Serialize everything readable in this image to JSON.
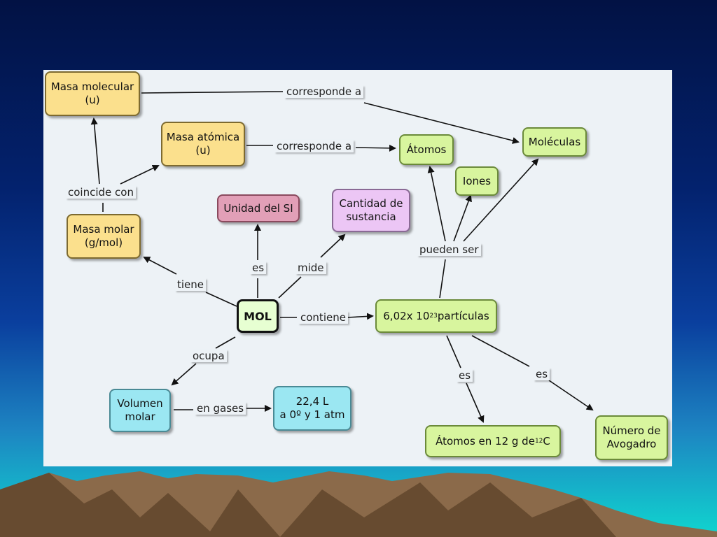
{
  "theme": {
    "panel_bg": "#edf2f6",
    "yellow_node": "#fbe08d",
    "green_node": "#d8f59e",
    "pink_node": "#e29fb7",
    "lilac_node": "#ecc6f5",
    "cyan_node": "#9be7f2",
    "mountain_color": "#8b6a4a"
  },
  "nodes": {
    "masa_molecular": "Masa molecular\n(u)",
    "masa_atomica": "Masa atómica\n(u)",
    "masa_molar": "Masa molar\n(g/mol)",
    "unidad_si": "Unidad del SI",
    "cantidad_sustancia": "Cantidad de\nsustancia",
    "atomos": "Átomos",
    "moleculas": "Moléculas",
    "iones": "Iones",
    "mol": "MOL",
    "particulas_prefix": "6,02x 10",
    "particulas_exp": "23",
    "particulas_suffix": " partículas",
    "volumen_molar": "Volumen\nmolar",
    "volumen_valor": "22,4 L\na 0º y 1 atm",
    "atomos_12g_prefix": "Átomos en 12 g de ",
    "atomos_12g_iso": "12",
    "atomos_12g_suffix": "C",
    "numero_avogadro": "Número de\nAvogadro"
  },
  "links": {
    "corresponde_a_1": "corresponde a",
    "corresponde_a_2": "corresponde a",
    "coincide_con": "coincide con",
    "es_1": "es",
    "mide": "mide",
    "tiene": "tiene",
    "contiene": "contiene",
    "pueden_ser": "pueden ser",
    "ocupa": "ocupa",
    "en_gases": "en gases",
    "es_2": "es",
    "es_3": "es"
  }
}
